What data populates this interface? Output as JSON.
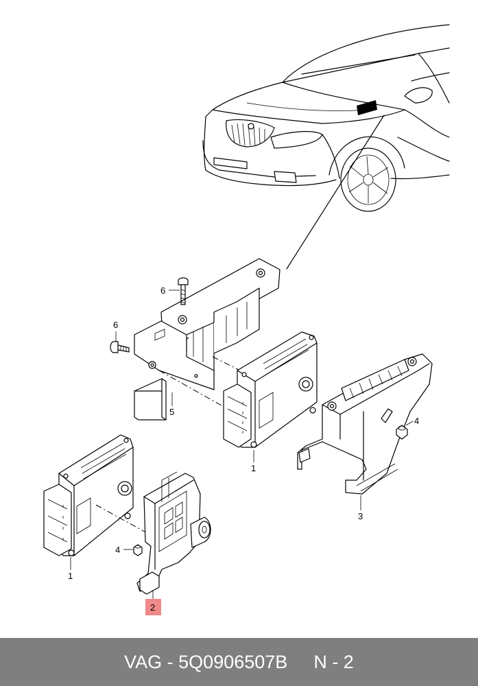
{
  "callouts": {
    "c1a": "1",
    "c1b": "1",
    "c2": "2",
    "c3": "3",
    "c4a": "4",
    "c4b": "4",
    "c5": "5",
    "c6a": "6",
    "c6b": "6"
  },
  "footer": {
    "part": "VAG - 5Q0906507B",
    "page": "N - 2"
  },
  "colors": {
    "highlight": "#f08a8a",
    "footer_bg": "#7f7f7f",
    "footer_text": "#ffffff"
  }
}
